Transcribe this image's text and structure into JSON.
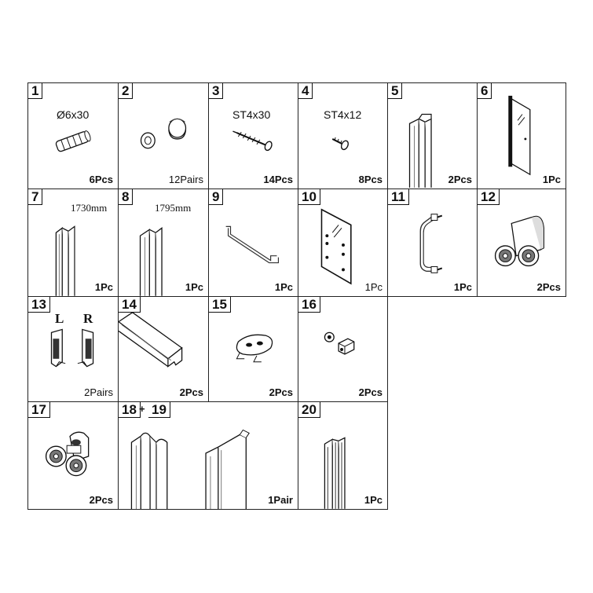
{
  "parts": [
    {
      "id": "p1",
      "number": "1",
      "spec": "Ø6x30",
      "qty": "6Pcs",
      "qty_bold": true,
      "icon": "wall-plug-icon"
    },
    {
      "id": "p2",
      "number": "2",
      "spec": "",
      "qty": "12Pairs",
      "qty_bold": false,
      "icon": "screw-cover-icon"
    },
    {
      "id": "p3",
      "number": "3",
      "spec": "ST4x30",
      "qty": "14Pcs",
      "qty_bold": true,
      "icon": "long-screw-icon"
    },
    {
      "id": "p4",
      "number": "4",
      "spec": "ST4x12",
      "qty": "8Pcs",
      "qty_bold": true,
      "icon": "short-screw-icon"
    },
    {
      "id": "p5",
      "number": "5",
      "spec": "",
      "qty": "2Pcs",
      "qty_bold": true,
      "icon": "wall-profile-icon"
    },
    {
      "id": "p6",
      "number": "6",
      "spec": "",
      "qty": "1Pc",
      "qty_bold": true,
      "icon": "fixed-glass-panel-icon"
    },
    {
      "id": "p7",
      "number": "7",
      "spec": "1730mm",
      "qty": "1Pc",
      "qty_bold": true,
      "icon": "profile-icon"
    },
    {
      "id": "p8",
      "number": "8",
      "spec": "1795mm",
      "qty": "1Pc",
      "qty_bold": true,
      "icon": "profile-icon"
    },
    {
      "id": "p9",
      "number": "9",
      "spec": "",
      "qty": "1Pc",
      "qty_bold": true,
      "icon": "towel-bar-icon"
    },
    {
      "id": "p10",
      "number": "10",
      "spec": "",
      "qty": "1Pc",
      "qty_bold": false,
      "icon": "glass-door-icon"
    },
    {
      "id": "p11",
      "number": "11",
      "spec": "",
      "qty": "1Pc",
      "qty_bold": true,
      "icon": "door-handle-icon"
    },
    {
      "id": "p12",
      "number": "12",
      "spec": "",
      "qty": "2Pcs",
      "qty_bold": true,
      "icon": "roller-icon"
    },
    {
      "id": "p13",
      "number": "13",
      "spec": "",
      "qty": "2Pairs",
      "qty_bold": false,
      "icon": "end-caps-icon",
      "labels": [
        "L",
        "R"
      ]
    },
    {
      "id": "p14",
      "number": "14",
      "spec": "",
      "qty": "2Pcs",
      "qty_bold": true,
      "icon": "top-rail-icon"
    },
    {
      "id": "p15",
      "number": "15",
      "spec": "",
      "qty": "2Pcs",
      "qty_bold": true,
      "icon": "door-guide-icon"
    },
    {
      "id": "p16",
      "number": "16",
      "spec": "",
      "qty": "2Pcs",
      "qty_bold": true,
      "icon": "stopper-icon"
    },
    {
      "id": "p17",
      "number": "17",
      "spec": "",
      "qty": "2Pcs",
      "qty_bold": true,
      "icon": "roller-icon"
    },
    {
      "id": "p18",
      "number": "18",
      "number2": "19",
      "joiner": "+",
      "spec": "",
      "qty": "1Pair",
      "qty_bold": true,
      "icon": "magnetic-seal-icon"
    },
    {
      "id": "p20",
      "number": "20",
      "spec": "",
      "qty": "1Pc",
      "qty_bold": true,
      "icon": "seal-strip-icon"
    }
  ]
}
